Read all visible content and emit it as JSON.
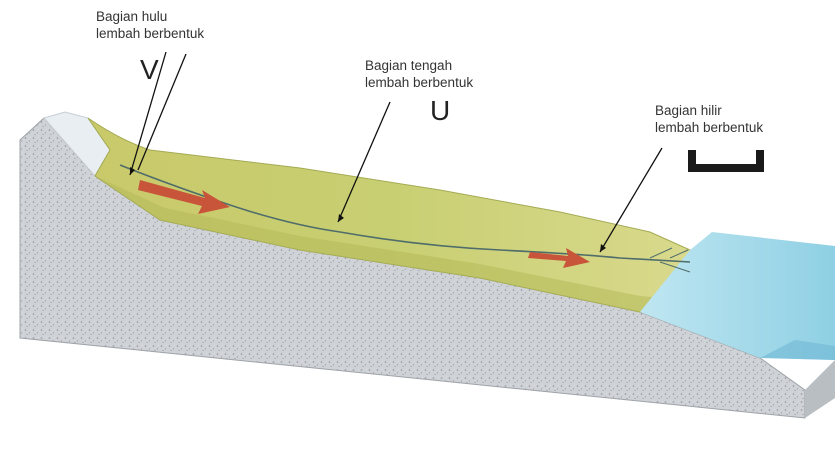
{
  "labels": {
    "hulu": {
      "line1": "Bagian hulu",
      "line2": "lembah berbentuk",
      "symbol": "V"
    },
    "tengah": {
      "line1": "Bagian tengah",
      "line2": "lembah berbentuk",
      "symbol": "U"
    },
    "hilir": {
      "line1": "Bagian hilir",
      "line2": "lembah berbentuk"
    }
  },
  "colors": {
    "rock": "#c9ccd0",
    "rock_edge": "#9ea3a8",
    "valley": "#cfd47a",
    "valley_dark": "#9aa646",
    "river": "#4f6d6a",
    "flow_arrow": "#c8553a",
    "water": "#8fd0e4",
    "water_side": "#6fb8d3",
    "snow": "#e8eef2"
  },
  "icons": {
    "flow": "flow-arrow-icon",
    "valley_shape": "u-valley-shape-icon"
  }
}
